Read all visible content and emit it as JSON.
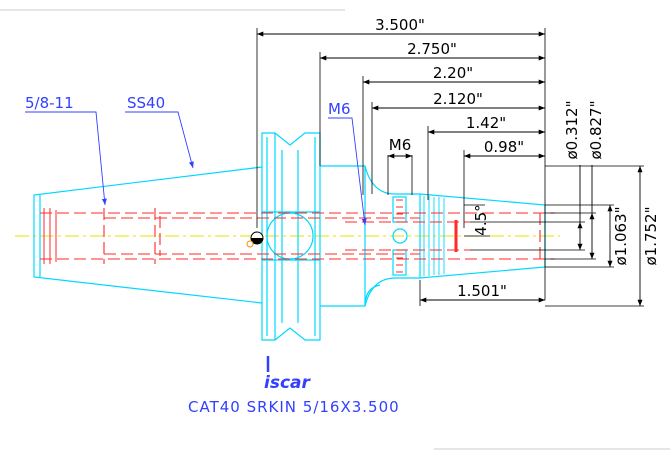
{
  "dimensions": {
    "d_3500": "3.500\"",
    "d_2750": "2.750\"",
    "d_2200": "2.20\"",
    "d_2120": "2.120\"",
    "d_142": "1.42\"",
    "d_098": "0.98\"",
    "d_m6": "M6",
    "d_1501": "1.501\"",
    "d_angle": "4.5°",
    "dia_0312": "ø0.312\"",
    "dia_0827": "ø0.827\"",
    "dia_1063": "ø1.063\"",
    "dia_1752": "ø1.752\""
  },
  "labels": {
    "thread": "5/8-11",
    "taper": "SS40",
    "screw": "M6"
  },
  "brand": {
    "logo": "iscar"
  },
  "caption": "CAT40 SRKIN 5/16X3.500",
  "colors": {
    "outline": "#00d8ff",
    "hidden": "#ff2a2a",
    "dimension": "#000000",
    "label": "#3340ff",
    "centerline": "#e8e000",
    "accent": "#ff8c00"
  }
}
